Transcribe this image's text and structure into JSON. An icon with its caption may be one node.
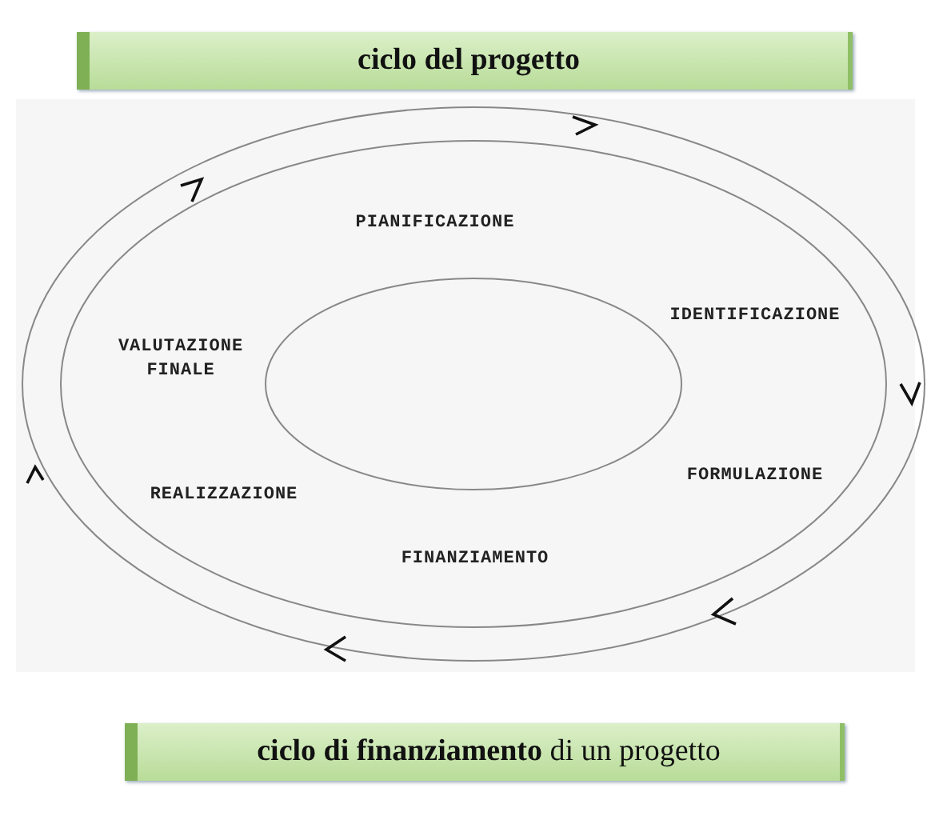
{
  "diagram": {
    "title": "ciclo del progetto",
    "caption": "**ciclo di finanziamento** di un progetto",
    "labels": [
      "PIANIFICAZIONE",
      "IDENTIFICAZIONE",
      "VALUTAZIONE FINALE",
      "FORMULAZIONE",
      "REALIZZAZIONE",
      "FINANZIAMENTO"
    ]
  }
}
